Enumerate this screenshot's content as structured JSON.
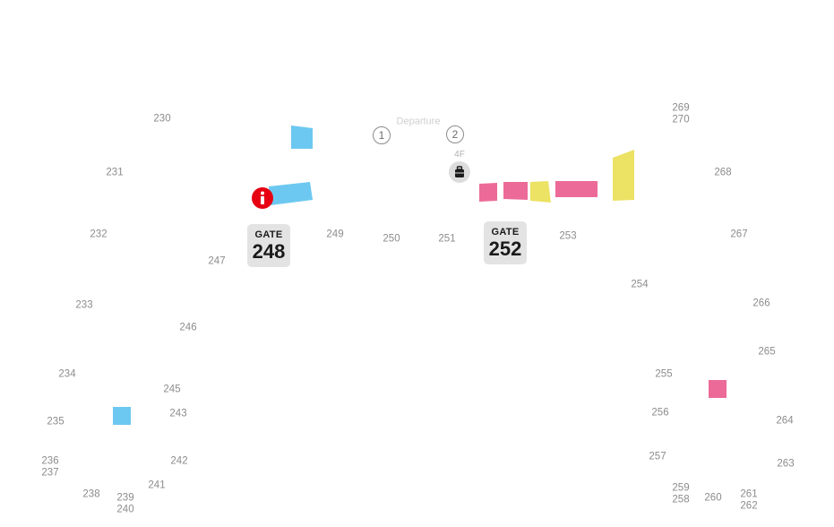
{
  "colors": {
    "cyan": "#6cc8f0",
    "pink": "#ec6a98",
    "yellow": "#ece264",
    "gate_bg": "#e3e3e3",
    "info_red": "#e60012",
    "number_gray": "#8c8c8c"
  },
  "gates": [
    {
      "label": "GATE",
      "number": "248"
    },
    {
      "label": "GATE",
      "number": "252"
    }
  ],
  "departure": {
    "label": "Departure",
    "floor": "4F",
    "markers": [
      "1",
      "2"
    ]
  },
  "icons": {
    "info": "info-icon",
    "baggage": "baggage-icon"
  },
  "numbers": [
    "230",
    "231",
    "232",
    "233",
    "234",
    "235",
    "236",
    "237",
    "238",
    "239",
    "240",
    "241",
    "242",
    "243",
    "245",
    "246",
    "247",
    "249",
    "250",
    "251",
    "253",
    "254",
    "255",
    "256",
    "257",
    "258",
    "259",
    "260",
    "261",
    "262",
    "263",
    "264",
    "265",
    "266",
    "267",
    "268",
    "269",
    "270"
  ],
  "zones": [
    {
      "color": "cyan"
    },
    {
      "color": "cyan"
    },
    {
      "color": "cyan"
    },
    {
      "color": "pink"
    },
    {
      "color": "pink"
    },
    {
      "color": "yellow"
    },
    {
      "color": "pink"
    },
    {
      "color": "yellow"
    },
    {
      "color": "pink"
    }
  ]
}
